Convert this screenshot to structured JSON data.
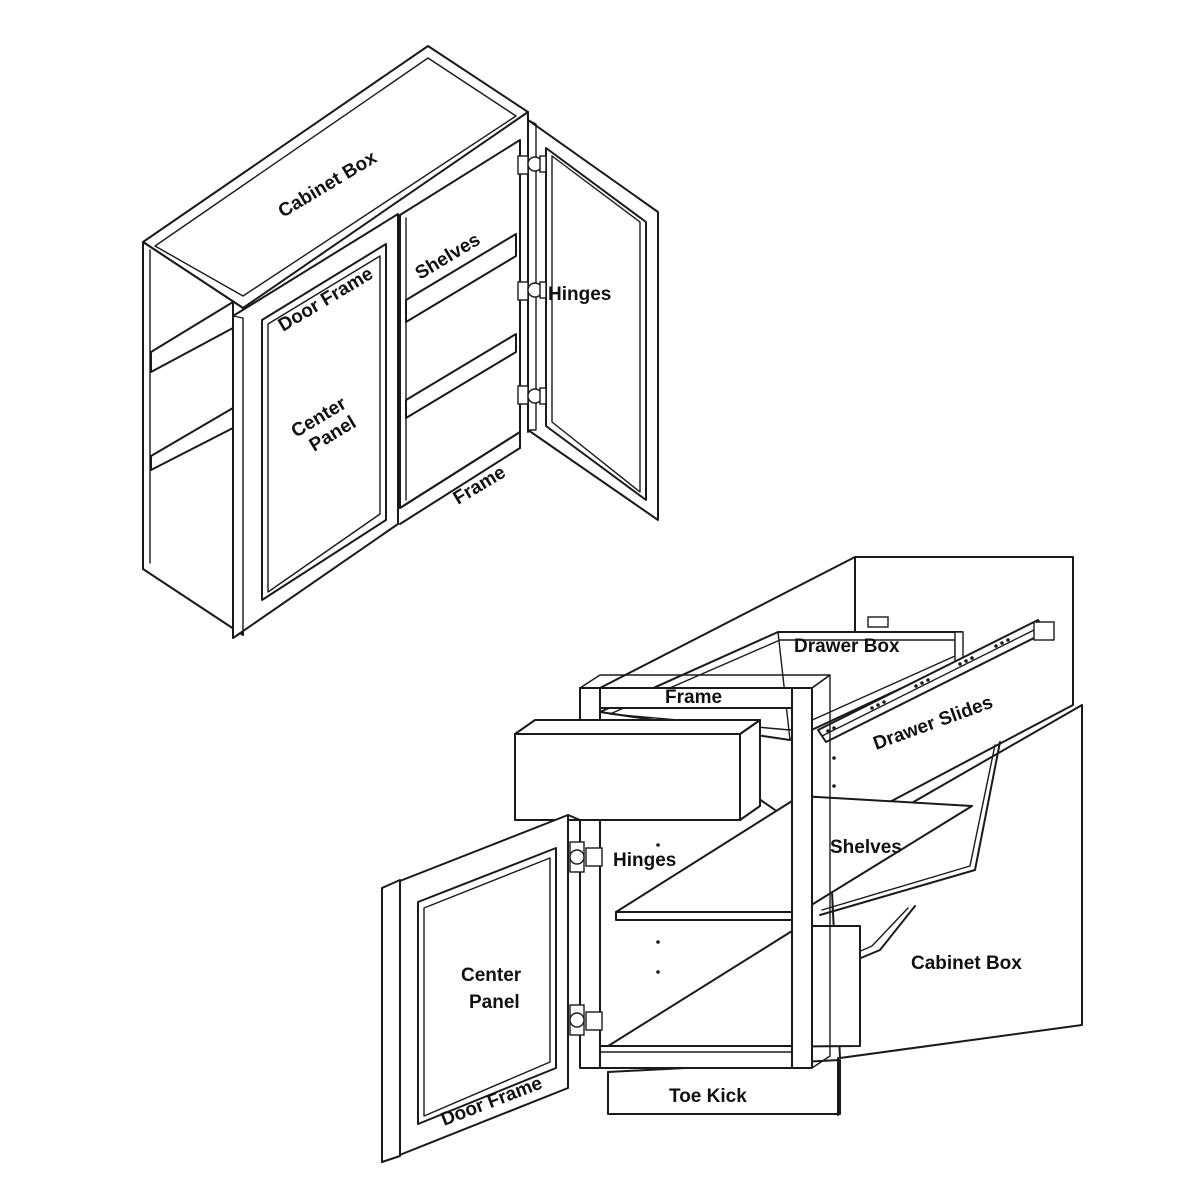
{
  "upper_cabinet": {
    "labels": {
      "cabinet_box": "Cabinet Box",
      "shelves": "Shelves",
      "door_frame": "Door Frame",
      "hinges": "Hinges",
      "center": "Center",
      "panel": "Panel",
      "frame": "Frame"
    }
  },
  "base_cabinet": {
    "labels": {
      "drawer_box": "Drawer Box",
      "frame": "Frame",
      "drawer_slides": "Drawer Slides",
      "hinges": "Hinges",
      "shelves": "Shelves",
      "center": "Center",
      "panel": "Panel",
      "cabinet_box": "Cabinet Box",
      "door_frame": "Door Frame",
      "toe_kick": "Toe Kick"
    }
  }
}
